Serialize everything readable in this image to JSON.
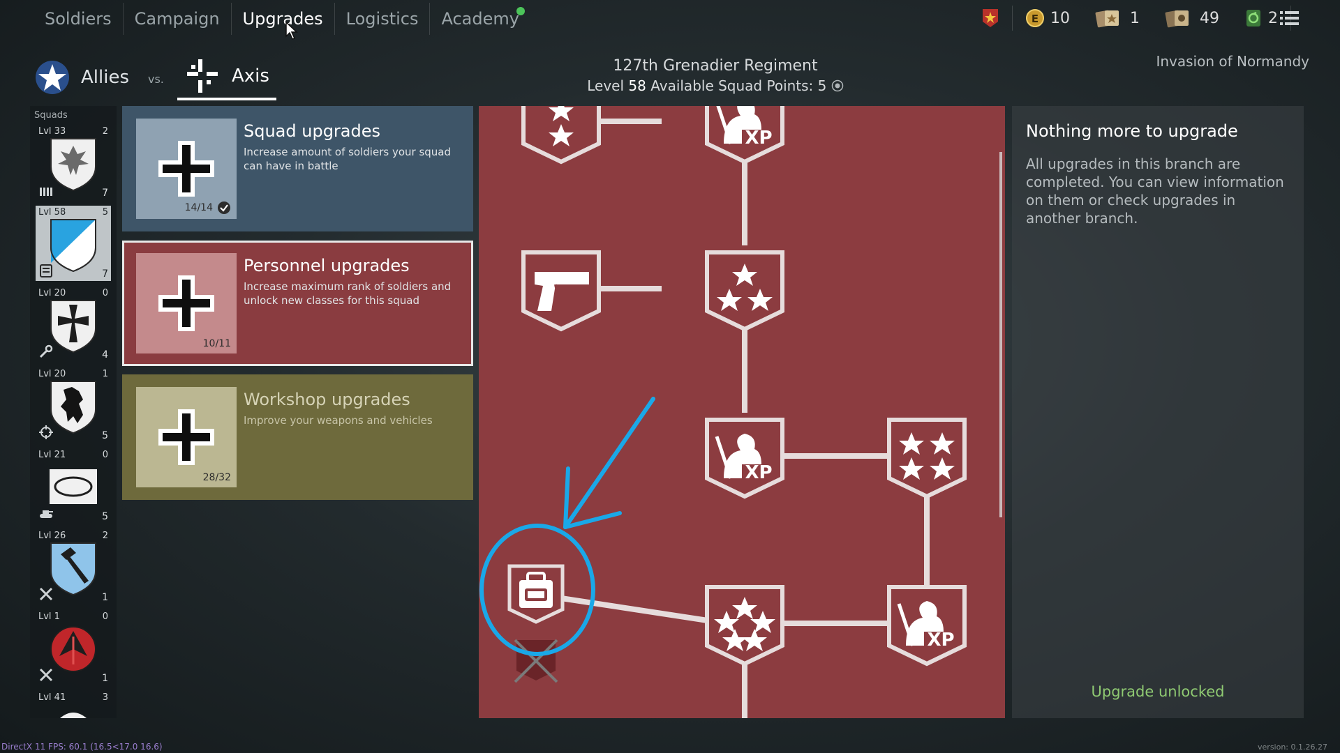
{
  "nav": {
    "tabs": [
      {
        "label": "Soldiers"
      },
      {
        "label": "Campaign"
      },
      {
        "label": "Upgrades"
      },
      {
        "label": "Logistics"
      },
      {
        "label": "Academy"
      }
    ]
  },
  "resources": {
    "e_coins": "10",
    "common_orders": "1",
    "premium_orders": "49",
    "boosters": "2"
  },
  "factions": {
    "allies": "Allies",
    "vs": "vs.",
    "axis": "Axis"
  },
  "regiment": {
    "name": "127th Grenadier Regiment",
    "level_label": "Level",
    "level": "58",
    "points_label": "Available Squad Points:",
    "points": "5"
  },
  "campaign": "Invasion of Normandy",
  "squads": {
    "title": "Squads",
    "items": [
      {
        "level": "Lvl 33",
        "points": "2",
        "count": "7"
      },
      {
        "level": "Lvl 58",
        "points": "5",
        "count": "7"
      },
      {
        "level": "Lvl 20",
        "points": "0",
        "count": "4"
      },
      {
        "level": "Lvl 20",
        "points": "1",
        "count": "5"
      },
      {
        "level": "Lvl 21",
        "points": "0",
        "count": "5"
      },
      {
        "level": "Lvl 26",
        "points": "2",
        "count": "1"
      },
      {
        "level": "Lvl 1",
        "points": "0",
        "count": "1"
      },
      {
        "level": "Lvl 41",
        "points": "3",
        "count": ""
      }
    ]
  },
  "branches": {
    "squad": {
      "title": "Squad upgrades",
      "desc": "Increase amount of soldiers your squad can have in battle",
      "progress": "14/14"
    },
    "personnel": {
      "title": "Personnel upgrades",
      "desc": "Increase maximum rank of soldiers and unlock new classes for this squad",
      "progress": "10/11"
    },
    "workshop": {
      "title": "Workshop upgrades",
      "desc": "Improve your weapons and vehicles",
      "progress": "28/32"
    }
  },
  "tree": {
    "xp_label": "XP"
  },
  "info": {
    "title": "Nothing more to upgrade",
    "text": "All upgrades in this branch are completed. You can view information on them or check upgrades in another branch.",
    "status": "Upgrade unlocked"
  },
  "footer": {
    "fps": "DirectX 11 FPS: 60.1 (16.5<17.0 16.6)",
    "version": "version: 0.1.26.27"
  },
  "colors": {
    "tree_bg": "#8c3c40",
    "squad_branch": "#3e5568",
    "personnel_branch": "#8a3c40",
    "workshop_branch": "#6e6a3c",
    "highlight": "#1aa8e8",
    "status_green": "#8fca72"
  }
}
